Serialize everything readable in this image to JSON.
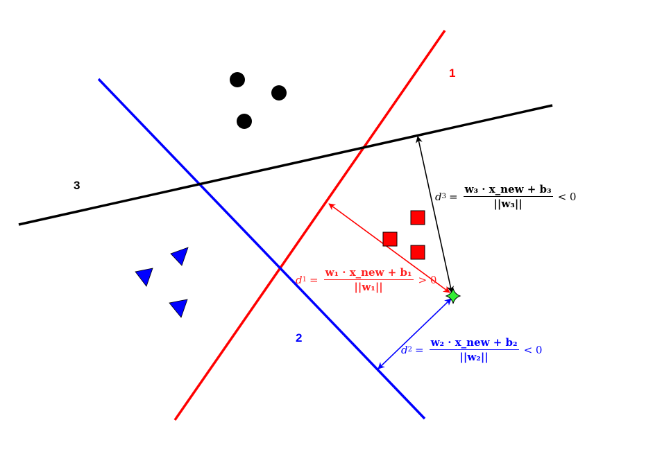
{
  "colors": {
    "line1": "#ff0000",
    "line2": "#0000ff",
    "line3": "#000000",
    "new_point": "#33ee33",
    "class_circles": "#000000",
    "class_squares": "#ff0000",
    "class_triangles": "#0000ff"
  },
  "line_labels": {
    "line1": "1",
    "line2": "2",
    "line3": "3"
  },
  "formulas": {
    "d1": {
      "lhs": "d",
      "lhs_sub": "1",
      "eq": "=",
      "numerator": "w₁ · x_new + b₁",
      "denominator": "||w₁||",
      "relation": "> 0"
    },
    "d2": {
      "lhs": "d",
      "lhs_sub": "2",
      "eq": "=",
      "numerator": "w₂ · x_new + b₂",
      "denominator": "||w₂||",
      "relation": "< 0"
    },
    "d3": {
      "lhs": "d",
      "lhs_sub": "3",
      "eq": "=",
      "numerator": "w₃ · x_new + b₃",
      "denominator": "||w₃||",
      "relation": "< 0"
    }
  },
  "icons": {
    "circles": "filled-circle-marker",
    "squares": "filled-square-marker",
    "triangles": "filled-triangle-marker",
    "new_point": "four-point-star-marker"
  }
}
